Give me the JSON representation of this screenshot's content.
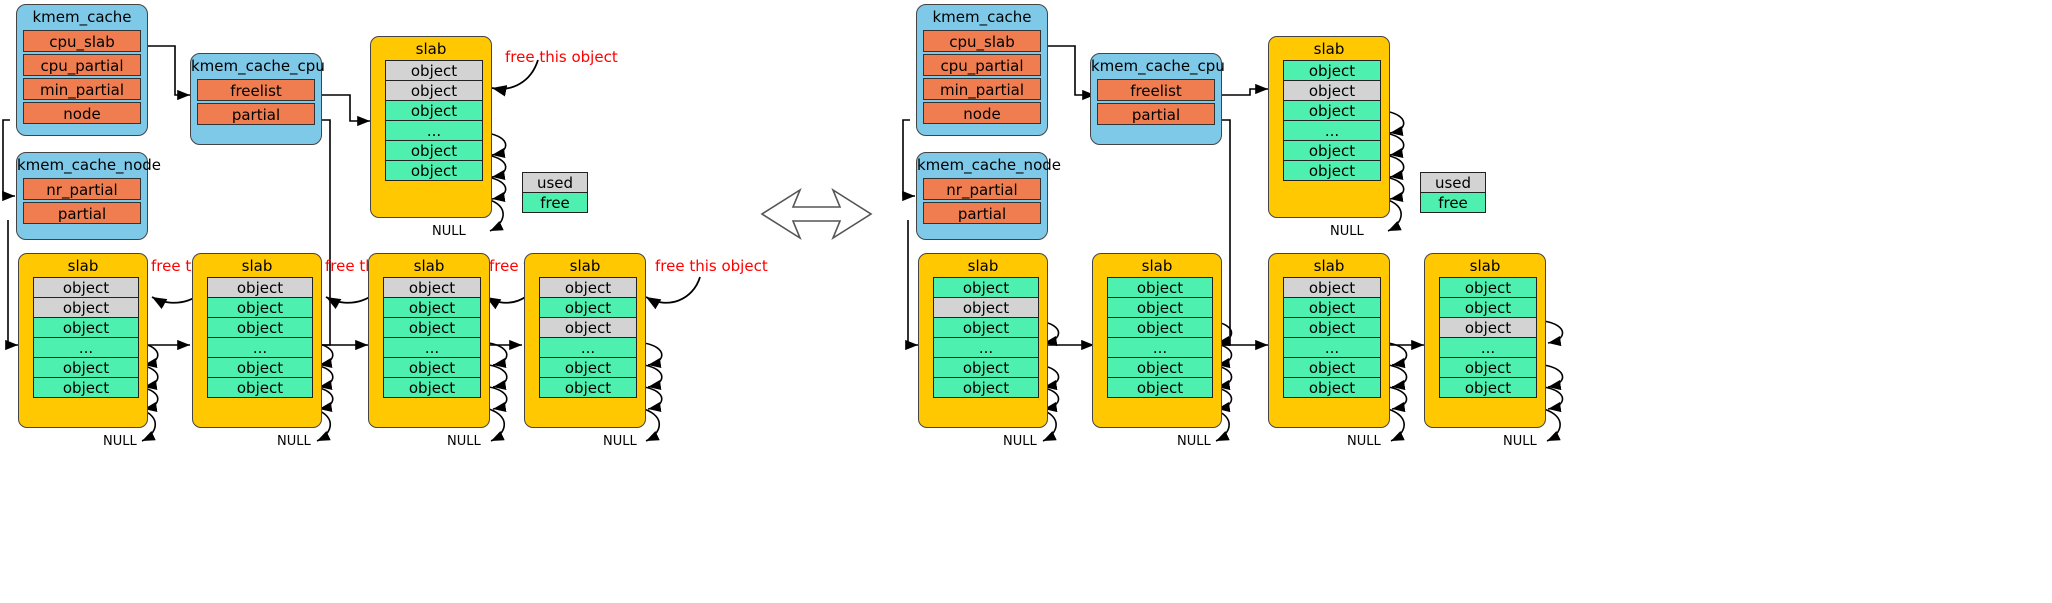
{
  "legend": {
    "used": "used",
    "free": "free"
  },
  "labels": {
    "free_this_object": "free this object",
    "null": "NULL",
    "slab": "slab",
    "object": "object",
    "ellipsis": "..."
  },
  "structs": {
    "kmem_cache": {
      "title": "kmem_cache",
      "fields": [
        "cpu_slab",
        "cpu_partial",
        "min_partial",
        "node"
      ]
    },
    "kmem_cache_cpu": {
      "title": "kmem_cache_cpu",
      "fields": [
        "freelist",
        "partial"
      ]
    },
    "kmem_cache_node": {
      "title": "kmem_cache_node",
      "fields": [
        "nr_partial",
        "partial"
      ]
    }
  },
  "left": {
    "kmem_cache": {
      "title": "kmem_cache",
      "f0": "cpu_slab",
      "f1": "cpu_partial",
      "f2": "min_partial",
      "f3": "node"
    },
    "kmem_cache_cpu": {
      "title": "kmem_cache_cpu",
      "f0": "freelist",
      "f1": "partial"
    },
    "kmem_cache_node": {
      "title": "kmem_cache_node",
      "f0": "nr_partial",
      "f1": "partial"
    },
    "slabs": [
      {
        "title": "slab",
        "rows": [
          {
            "label": "object",
            "state": "used"
          },
          {
            "label": "object",
            "state": "used"
          },
          {
            "label": "object",
            "state": "free"
          },
          {
            "label": "...",
            "state": "free"
          },
          {
            "label": "object",
            "state": "free"
          },
          {
            "label": "object",
            "state": "free"
          }
        ],
        "null": "NULL"
      },
      {
        "title": "slab",
        "rows": [
          {
            "label": "object",
            "state": "used"
          },
          {
            "label": "object",
            "state": "used"
          },
          {
            "label": "object",
            "state": "free"
          },
          {
            "label": "...",
            "state": "free"
          },
          {
            "label": "object",
            "state": "free"
          },
          {
            "label": "object",
            "state": "free"
          }
        ],
        "null": "NULL",
        "annotation": "free this object"
      },
      {
        "title": "slab",
        "rows": [
          {
            "label": "object",
            "state": "used"
          },
          {
            "label": "object",
            "state": "free"
          },
          {
            "label": "object",
            "state": "free"
          },
          {
            "label": "...",
            "state": "free"
          },
          {
            "label": "object",
            "state": "free"
          },
          {
            "label": "object",
            "state": "free"
          }
        ],
        "null": "NULL",
        "annotation": "free this object"
      },
      {
        "title": "slab",
        "rows": [
          {
            "label": "object",
            "state": "used"
          },
          {
            "label": "object",
            "state": "free"
          },
          {
            "label": "object",
            "state": "free"
          },
          {
            "label": "...",
            "state": "free"
          },
          {
            "label": "object",
            "state": "free"
          },
          {
            "label": "object",
            "state": "free"
          }
        ],
        "null": "NULL",
        "annotation": "free this object"
      },
      {
        "title": "slab",
        "rows": [
          {
            "label": "object",
            "state": "used"
          },
          {
            "label": "object",
            "state": "free"
          },
          {
            "label": "object",
            "state": "used"
          },
          {
            "label": "...",
            "state": "free"
          },
          {
            "label": "object",
            "state": "free"
          },
          {
            "label": "object",
            "state": "free"
          }
        ],
        "null": "NULL",
        "annotation": "free this object"
      }
    ],
    "legend": {
      "used": "used",
      "free": "free"
    }
  },
  "right": {
    "kmem_cache": {
      "title": "kmem_cache",
      "f0": "cpu_slab",
      "f1": "cpu_partial",
      "f2": "min_partial",
      "f3": "node"
    },
    "kmem_cache_cpu": {
      "title": "kmem_cache_cpu",
      "f0": "freelist",
      "f1": "partial"
    },
    "kmem_cache_node": {
      "title": "kmem_cache_node",
      "f0": "nr_partial",
      "f1": "partial"
    },
    "slabs": [
      {
        "title": "slab",
        "rows": [
          {
            "label": "object",
            "state": "free"
          },
          {
            "label": "object",
            "state": "used"
          },
          {
            "label": "object",
            "state": "free"
          },
          {
            "label": "...",
            "state": "free"
          },
          {
            "label": "object",
            "state": "free"
          },
          {
            "label": "object",
            "state": "free"
          }
        ],
        "null": "NULL"
      },
      {
        "title": "slab",
        "rows": [
          {
            "label": "object",
            "state": "free"
          },
          {
            "label": "object",
            "state": "used"
          },
          {
            "label": "object",
            "state": "free"
          },
          {
            "label": "...",
            "state": "free"
          },
          {
            "label": "object",
            "state": "free"
          },
          {
            "label": "object",
            "state": "free"
          }
        ],
        "null": "NULL"
      },
      {
        "title": "slab",
        "rows": [
          {
            "label": "object",
            "state": "free"
          },
          {
            "label": "object",
            "state": "free"
          },
          {
            "label": "object",
            "state": "free"
          },
          {
            "label": "...",
            "state": "free"
          },
          {
            "label": "object",
            "state": "free"
          },
          {
            "label": "object",
            "state": "free"
          }
        ],
        "null": "NULL"
      },
      {
        "title": "slab",
        "rows": [
          {
            "label": "object",
            "state": "used"
          },
          {
            "label": "object",
            "state": "free"
          },
          {
            "label": "object",
            "state": "free"
          },
          {
            "label": "...",
            "state": "free"
          },
          {
            "label": "object",
            "state": "free"
          },
          {
            "label": "object",
            "state": "free"
          }
        ],
        "null": "NULL"
      },
      {
        "title": "slab",
        "rows": [
          {
            "label": "object",
            "state": "free"
          },
          {
            "label": "object",
            "state": "free"
          },
          {
            "label": "object",
            "state": "used"
          },
          {
            "label": "...",
            "state": "free"
          },
          {
            "label": "object",
            "state": "free"
          },
          {
            "label": "object",
            "state": "free"
          }
        ],
        "null": "NULL"
      }
    ],
    "legend": {
      "used": "used",
      "free": "free"
    }
  },
  "transition": {
    "icon": "right-arrow"
  }
}
